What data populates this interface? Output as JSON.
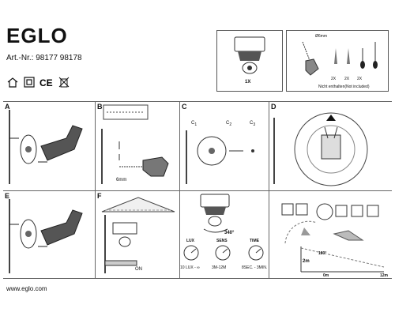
{
  "brand": "EGLO",
  "art_nr": "Art.-Nr.: 98177 98178",
  "cert_icons": [
    "house-icon",
    "class2-icon",
    "ce-icon",
    "weee-bin-icon"
  ],
  "package": {
    "count": "1X",
    "drill": "Ø6mm",
    "quantities": [
      "2X",
      "2X",
      "2X"
    ],
    "not_included": "Nicht enthalten(Not included)"
  },
  "panels": {
    "a": "A",
    "b": "B",
    "c": "C",
    "d": "D",
    "e": "E",
    "f": "F"
  },
  "panel_b": {
    "drill": "6mm"
  },
  "panel_c": {
    "c1": "C",
    "c1_sub": "1",
    "c2": "C",
    "c2_sub": "2",
    "c3": "C",
    "c3_sub": "3"
  },
  "panel_f": {
    "on": "ON"
  },
  "controls": {
    "rotation": "340°",
    "lux_title": "LUX",
    "sens_title": "SENS",
    "time_title": "TIME",
    "lux_range": "10 LUX - ∞",
    "sens_range": "3M-12M",
    "time_range": "8SEC. - 3MIN."
  },
  "detection": {
    "angle": "180°",
    "height": "2m",
    "near": "0m",
    "far": "12m"
  },
  "footer": "www.eglo.com"
}
